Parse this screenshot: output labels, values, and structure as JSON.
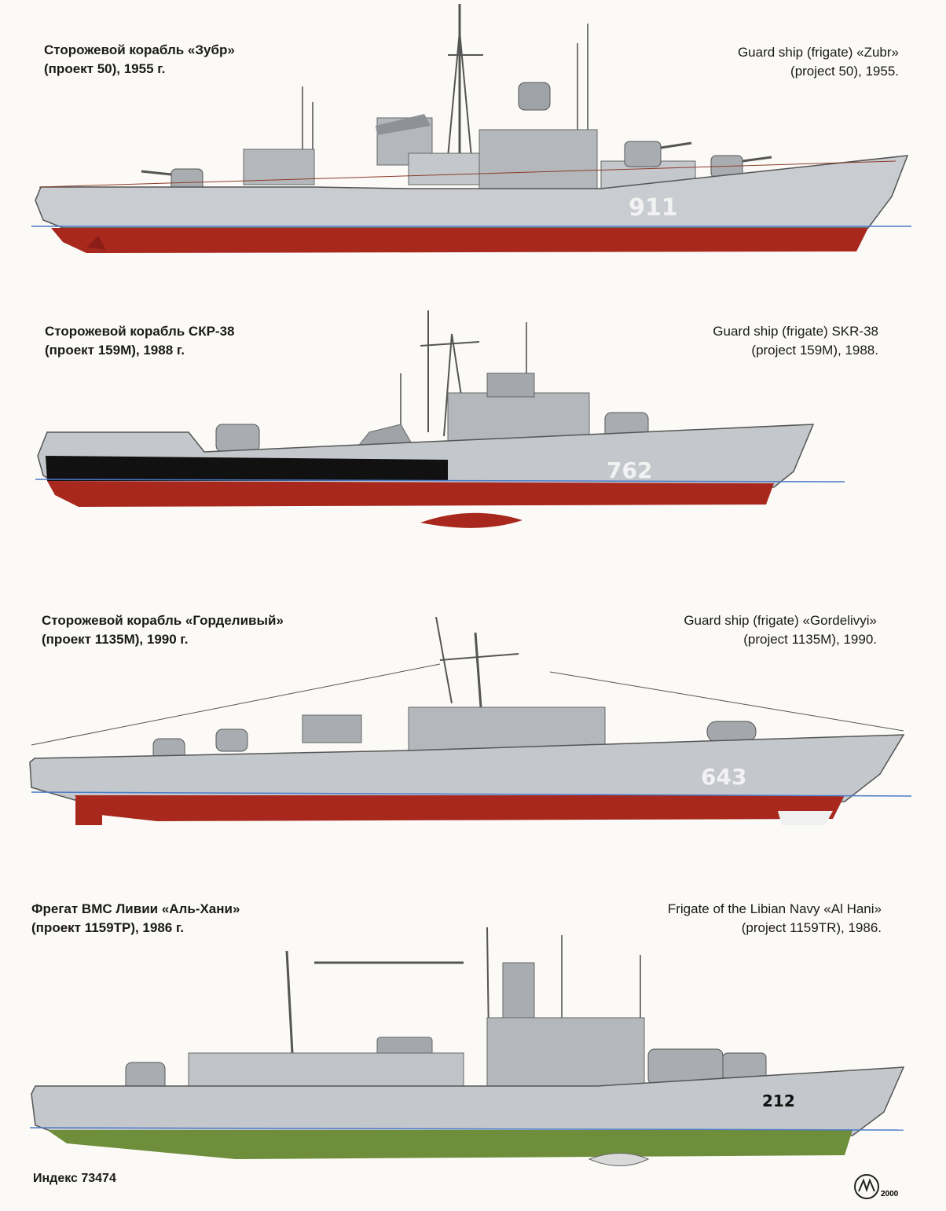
{
  "ships": [
    {
      "ru": [
        "Сторожевой корабль «Зубр»",
        "(проект 50), 1955 г."
      ],
      "en": [
        "Guard ship (frigate) «Zubr»",
        "(project 50), 1955."
      ],
      "hull_number": "911"
    },
    {
      "ru": [
        "Сторожевой корабль СКР-38",
        "(проект 159М), 1988 г."
      ],
      "en": [
        "Guard ship (frigate) SKR-38",
        "(project 159M), 1988."
      ],
      "hull_number": "762"
    },
    {
      "ru": [
        "Сторожевой корабль «Горделивый»",
        "(проект 1135М), 1990 г."
      ],
      "en": [
        "Guard ship (frigate) «Gordelivyi»",
        "(project 1135M), 1990."
      ],
      "hull_number": "643"
    },
    {
      "ru": [
        "Фрегат ВМС Ливии «Аль-Хани»",
        "(проект 1159ТР), 1986 г."
      ],
      "en": [
        "Frigate of the Libian Navy «Al Hani»",
        "(project 1159TR), 1986."
      ],
      "hull_number": "212"
    }
  ],
  "footer": {
    "index": "Индекс 73474",
    "signature_year": "2000"
  },
  "colors": {
    "background": "#fbfaf6",
    "hull_gray": "#c9ccd0",
    "superstructure_gray": "#b4b8bd",
    "antifouling_red": "#a8281e",
    "libyan_hull_green": "#6f8e3c",
    "boot_black": "#111111",
    "waterline_blue": "#4a7ac8"
  }
}
